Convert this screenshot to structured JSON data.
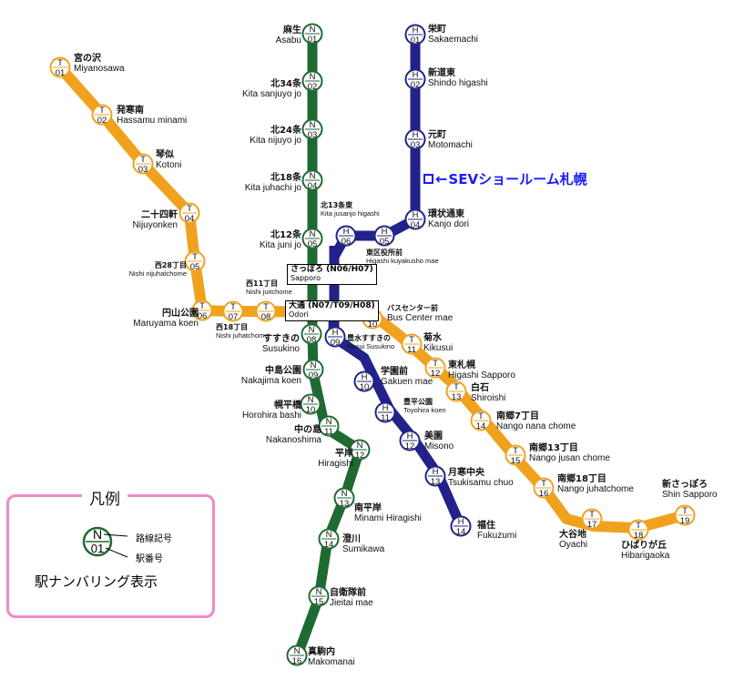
{
  "colors": {
    "namboku": "#1e6a32",
    "tozai": "#f0a21e",
    "toho": "#22228a",
    "legend_border": "#f08ac8",
    "callout": "#1a1aff"
  },
  "lines": {
    "namboku": {
      "code": "N",
      "stations": [
        {
          "num": "01",
          "ja": "麻生",
          "en": "Asabu"
        },
        {
          "num": "02",
          "ja": "北34条",
          "en": "Kita sanjuyo jo"
        },
        {
          "num": "03",
          "ja": "北24条",
          "en": "Kita nijuyo jo"
        },
        {
          "num": "04",
          "ja": "北18条",
          "en": "Kita juhachi jo"
        },
        {
          "num": "05",
          "ja": "北12条",
          "en": "Kita juni jo"
        },
        {
          "num": "08",
          "ja": "すすきの",
          "en": "Susukino"
        },
        {
          "num": "09",
          "ja": "中島公園",
          "en": "Nakajima koen"
        },
        {
          "num": "10",
          "ja": "幌平橋",
          "en": "Horohira bashi"
        },
        {
          "num": "11",
          "ja": "中の島",
          "en": "Nakanoshima"
        },
        {
          "num": "12",
          "ja": "平岸",
          "en": "Hiragishi"
        },
        {
          "num": "13",
          "ja": "南平岸",
          "en": "Minami Hiragishi"
        },
        {
          "num": "14",
          "ja": "澄川",
          "en": "Sumikawa"
        },
        {
          "num": "15",
          "ja": "自衛隊前",
          "en": "Jieitai mae"
        },
        {
          "num": "16",
          "ja": "真駒内",
          "en": "Makomanai"
        }
      ]
    },
    "tozai": {
      "code": "T",
      "stations": [
        {
          "num": "01",
          "ja": "宮の沢",
          "en": "Miyanosawa"
        },
        {
          "num": "02",
          "ja": "発寒南",
          "en": "Hassamu minami"
        },
        {
          "num": "03",
          "ja": "琴似",
          "en": "Kotoni"
        },
        {
          "num": "04",
          "ja": "二十四軒",
          "en": "Nijuyonken"
        },
        {
          "num": "05",
          "ja": "西28丁目",
          "en": "Nishi nijuhatchome"
        },
        {
          "num": "06",
          "ja": "円山公園",
          "en": "Maruyama koen"
        },
        {
          "num": "07",
          "ja": "西18丁目",
          "en": "Nishi juhatchome"
        },
        {
          "num": "08",
          "ja": "西11丁目",
          "en": "Nishi juitchome"
        },
        {
          "num": "10",
          "ja": "バスセンター前",
          "en": "Bus Center mae"
        },
        {
          "num": "11",
          "ja": "菊水",
          "en": "Kikusui"
        },
        {
          "num": "12",
          "ja": "東札幌",
          "en": "Higashi Sapporo"
        },
        {
          "num": "13",
          "ja": "白石",
          "en": "Shiroishi"
        },
        {
          "num": "14",
          "ja": "南郷7丁目",
          "en": "Nango nana chome"
        },
        {
          "num": "15",
          "ja": "南郷13丁目",
          "en": "Nango jusan chome"
        },
        {
          "num": "16",
          "ja": "南郷18丁目",
          "en": "Nango juhatchome"
        },
        {
          "num": "17",
          "ja": "大谷地",
          "en": "Oyachi"
        },
        {
          "num": "18",
          "ja": "ひばりが丘",
          "en": "Hibarigaoka"
        },
        {
          "num": "19",
          "ja": "新さっぽろ",
          "en": "Shin Sapporo"
        }
      ]
    },
    "toho": {
      "code": "H",
      "stations": [
        {
          "num": "01",
          "ja": "栄町",
          "en": "Sakaemachi"
        },
        {
          "num": "02",
          "ja": "新道東",
          "en": "Shindo higashi"
        },
        {
          "num": "03",
          "ja": "元町",
          "en": "Motomachi"
        },
        {
          "num": "04",
          "ja": "環状通東",
          "en": "Kanjo dori"
        },
        {
          "num": "05",
          "ja": "東区役所前",
          "en": "Higashi kuyakusho mae"
        },
        {
          "num": "06",
          "ja": "北13条東",
          "en": "Kita jusanjo higashi"
        },
        {
          "num": "09",
          "ja": "豊水すすきの",
          "en": "Hosui Susukino"
        },
        {
          "num": "10",
          "ja": "学園前",
          "en": "Gakuen mae"
        },
        {
          "num": "11",
          "ja": "豊平公園",
          "en": "Toyohira koen"
        },
        {
          "num": "12",
          "ja": "美園",
          "en": "Misono"
        },
        {
          "num": "13",
          "ja": "月寒中央",
          "en": "Tsukisamu chuo"
        },
        {
          "num": "14",
          "ja": "福住",
          "en": "Fukuzumi"
        }
      ]
    }
  },
  "transfer": {
    "sapporo": {
      "ja": "さっぽろ (N06/H07)",
      "en": "Sapporo"
    },
    "odori": {
      "ja": "大通 (N07/T09/H08)",
      "en": "Odori"
    }
  },
  "callout": {
    "text": "SEVショールーム札幌"
  },
  "legend": {
    "title": "凡例",
    "sample_code": "N",
    "sample_num": "01",
    "route_label": "路線記号",
    "station_label": "駅番号",
    "caption": "駅ナンバリング表示"
  }
}
